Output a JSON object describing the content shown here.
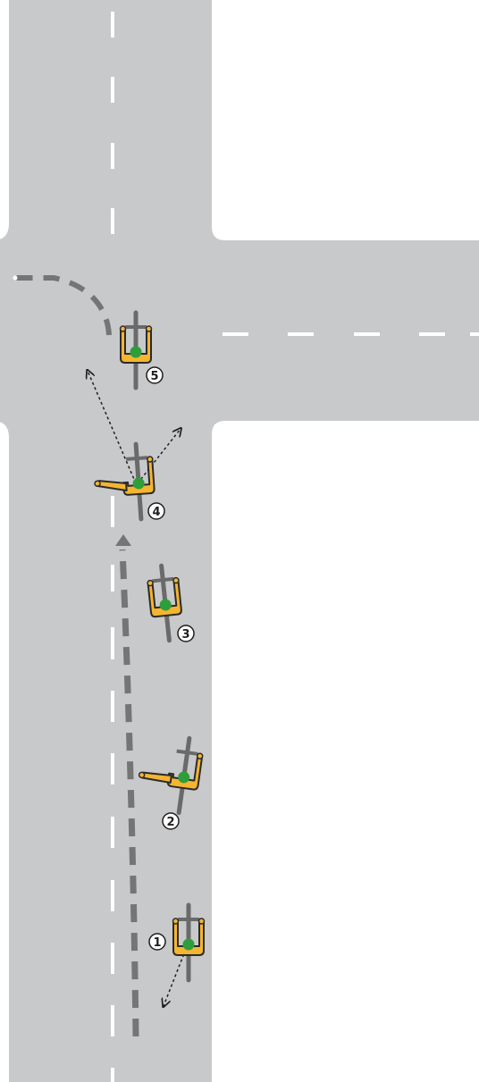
{
  "diagram": {
    "colors": {
      "road": "#c8c9cb",
      "lane_marking": "#ffffff",
      "path": "#757575",
      "cyclist_body": "#f5b531",
      "cyclist_outline": "#2b2b2b",
      "helmet": "#2e9e3a",
      "bike_frame": "#6a6a6a",
      "look_arrow": "#1e1e1e"
    },
    "positions": [
      {
        "label": "1",
        "pose": "look-back"
      },
      {
        "label": "2",
        "pose": "signal-left"
      },
      {
        "label": "3",
        "pose": "riding"
      },
      {
        "label": "4",
        "pose": "signal-left-and-look"
      },
      {
        "label": "5",
        "pose": "turning"
      }
    ]
  }
}
